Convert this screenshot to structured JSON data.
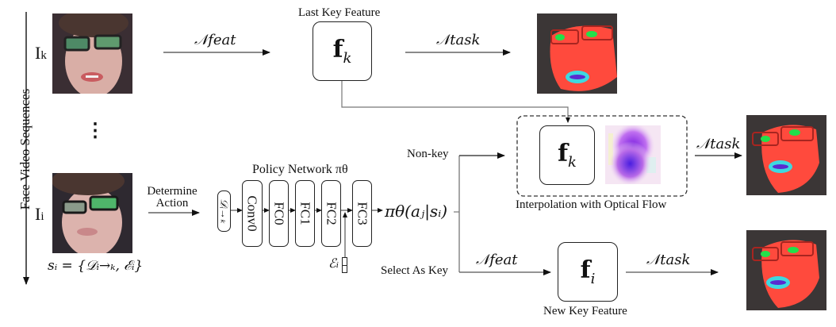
{
  "axis_label": "Face Video Sequences",
  "frames": {
    "key_frame_label": "I",
    "key_frame_sub": "k",
    "current_frame_label": "I",
    "current_frame_sub": "i",
    "ellipsis": "⋮",
    "state_formula": "sᵢ = {𝒟ᵢ→ₖ, ℰᵢ}"
  },
  "arrows": {
    "feat_top": "𝒩feat",
    "task_top": "𝒩task",
    "task_mid": "𝒩task",
    "feat_bottom": "𝒩feat",
    "task_bottom": "𝒩task",
    "determine_action_line1": "Determine",
    "determine_action_line2": "Action"
  },
  "nodes": {
    "last_key_feature_label": "Last Key Feature",
    "last_key_feature_symbol": "f",
    "last_key_feature_sub": "k",
    "interp_feature_symbol": "f",
    "interp_feature_sub": "k",
    "interp_caption": "Interpolation with Optical Flow",
    "new_key_feature_symbol": "f",
    "new_key_feature_sub": "i",
    "new_key_feature_label": "New Key Feature"
  },
  "policy": {
    "title": "Policy Network πθ",
    "input_label": "𝒟ᵢ→ₖ",
    "layers": [
      "Conv0",
      "FC0",
      "FC1",
      "FC2",
      "FC3"
    ],
    "side_input": "ℰᵢ",
    "output": "πθ(aⱼ|sᵢ)"
  },
  "branches": {
    "non_key": "Non-key",
    "select_key": "Select As Key"
  },
  "colors": {
    "face_mask": "#ff4a3d",
    "eyes": "#22e04a",
    "lips": "#3fd8e0",
    "mouth": "#5a2bd0",
    "line": "#222222"
  }
}
